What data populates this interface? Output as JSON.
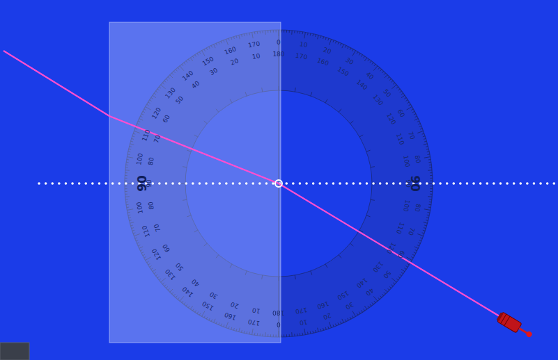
{
  "diagram": {
    "labels": [
      "0",
      "180",
      "10",
      "170",
      "20",
      "160",
      "30",
      "150",
      "40",
      "140",
      "50",
      "130",
      "60",
      "120",
      "70",
      "110",
      "80",
      "100",
      "90",
      "90",
      "80",
      "100",
      "70",
      "110",
      "60",
      "120",
      "50",
      "130",
      "40",
      "140",
      "30",
      "150",
      "20",
      "160",
      "10",
      "170",
      "0",
      "180",
      "170",
      "10",
      "160",
      "20",
      "150",
      "30",
      "140",
      "40",
      "130",
      "50",
      "120",
      "60",
      "110",
      "70",
      "100",
      "80",
      "90",
      "90",
      "100",
      "80",
      "110",
      "70",
      "120",
      "60",
      "130",
      "50",
      "140",
      "40",
      "150",
      "30",
      "160",
      "20",
      "170",
      "10"
    ]
  }
}
